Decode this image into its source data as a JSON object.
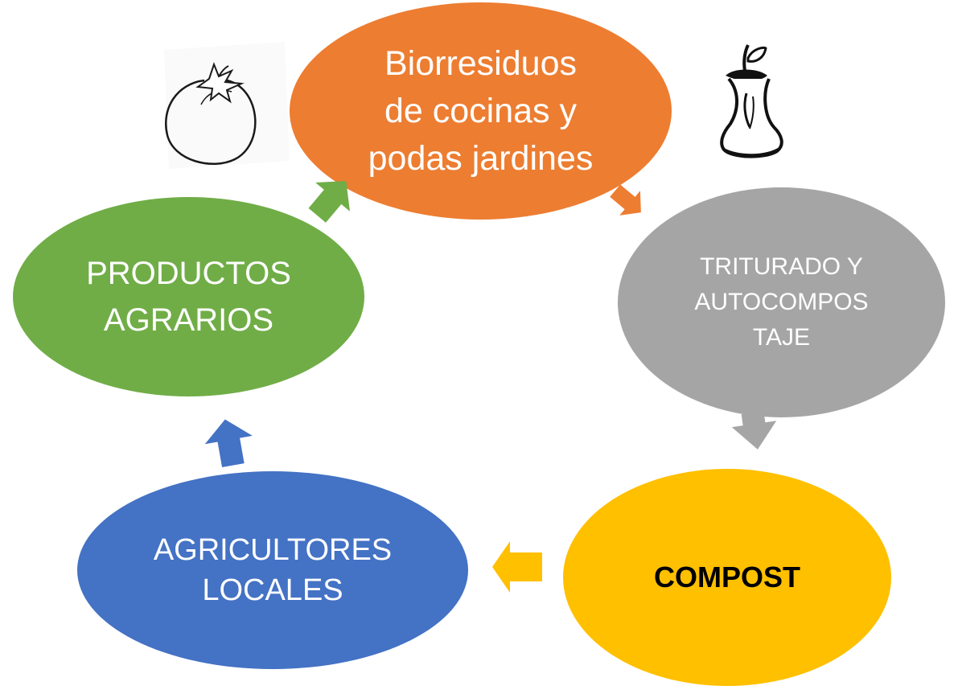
{
  "diagram": {
    "nodes": [
      {
        "id": "biorresiduos",
        "label": "Biorresiduos\nde cocinas y\npodas jardines",
        "color": "#ED7D31"
      },
      {
        "id": "triturado",
        "label": "TRITURADO Y\nAUTOCOMPOS\nTAJE",
        "color": "#A5A5A5"
      },
      {
        "id": "compost",
        "label": "COMPOST",
        "color": "#FFC000"
      },
      {
        "id": "agricultores",
        "label": "AGRICULTORES\nLOCALES",
        "color": "#4472C4"
      },
      {
        "id": "productos",
        "label": "PRODUCTOS\nAGRARIOS",
        "color": "#70AD47"
      }
    ],
    "arrows": [
      {
        "from": "biorresiduos",
        "to": "triturado",
        "color": "#ED7D31"
      },
      {
        "from": "triturado",
        "to": "compost",
        "color": "#A5A5A5"
      },
      {
        "from": "compost",
        "to": "agricultores",
        "color": "#FFC000"
      },
      {
        "from": "agricultores",
        "to": "productos",
        "color": "#4472C4"
      },
      {
        "from": "productos",
        "to": "biorresiduos",
        "color": "#70AD47"
      }
    ],
    "icons": [
      {
        "name": "tomato-icon"
      },
      {
        "name": "apple-core-icon"
      }
    ]
  }
}
